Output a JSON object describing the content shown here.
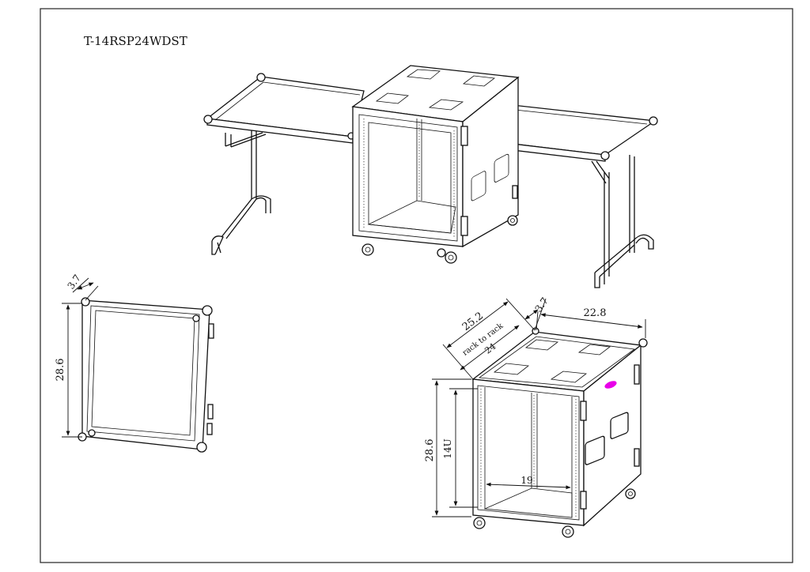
{
  "drawing": {
    "model": "T-14RSP24WDST"
  },
  "side_view": {
    "depth_label": "3.7",
    "height_label": "28.6"
  },
  "front_view": {
    "depth_label": "25.2",
    "rack_label_line1": "rack to rack",
    "rack_label_line2": "24",
    "top_depth_label": "3.7",
    "width_label": "22.8",
    "height_label": "28.6",
    "rack_units_label": "14U",
    "rail_width_label": "19",
    "accent_color": "#e800e8"
  }
}
